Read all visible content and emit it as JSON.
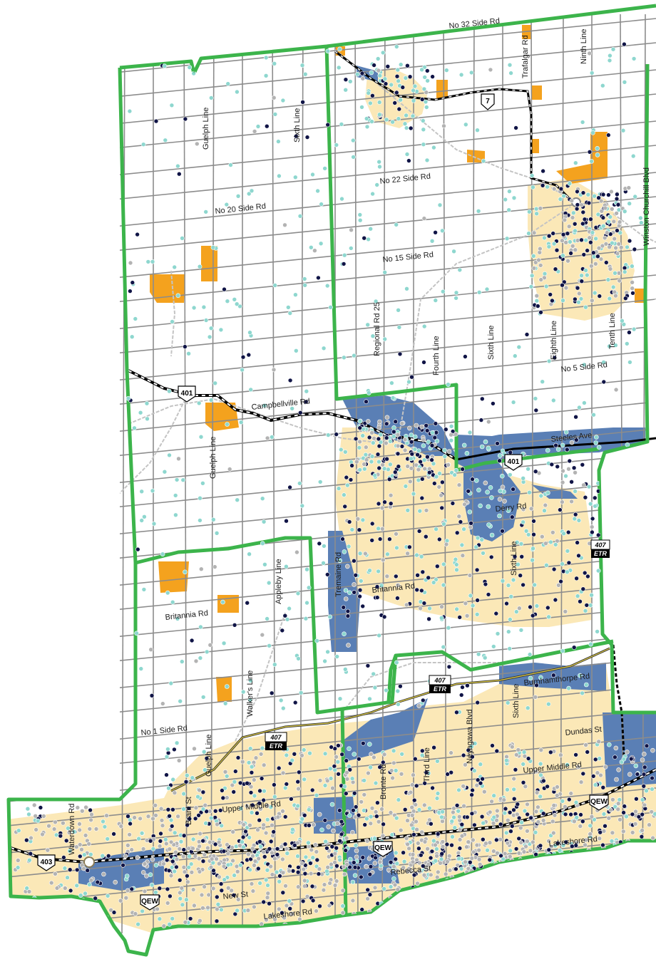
{
  "map": {
    "colors": {
      "boundary": "#3cb44b",
      "road": "#8c8c8c",
      "highway": "#000000",
      "urban": "#fbe8b7",
      "employment": "#5a7fb5",
      "hamlet": "#f4a21e",
      "rail": "#c4c4c4",
      "dot_dark": "#101446",
      "dot_teal": "#8ed7cf",
      "dot_grey": "#b3b3b3"
    },
    "road_labels": [
      {
        "id": "no32",
        "text": "No 32 Side Rd"
      },
      {
        "id": "trafalgar",
        "text": "Trafalgar Rd"
      },
      {
        "id": "ninth",
        "text": "Ninth Line"
      },
      {
        "id": "guelph-north",
        "text": "Guelph Line"
      },
      {
        "id": "sixth-north",
        "text": "Sixth Line"
      },
      {
        "id": "no22",
        "text": "No 22 Side Rd"
      },
      {
        "id": "winston",
        "text": "Winston Churchill Blvd"
      },
      {
        "id": "no20",
        "text": "No 20 Side Rd"
      },
      {
        "id": "no15",
        "text": "No 15 Side Rd"
      },
      {
        "id": "regional25",
        "text": "Regional Rd 25"
      },
      {
        "id": "fourth",
        "text": "Fourth Line"
      },
      {
        "id": "sixth-mid",
        "text": "Sixth Line"
      },
      {
        "id": "eighth",
        "text": "Eighth Line"
      },
      {
        "id": "tenth",
        "text": "Tenth Line"
      },
      {
        "id": "no5",
        "text": "No 5 Side Rd"
      },
      {
        "id": "campbellville",
        "text": "Campbellville Rd"
      },
      {
        "id": "steeles",
        "text": "Steeles Ave"
      },
      {
        "id": "guelph-mid",
        "text": "Guelph Line"
      },
      {
        "id": "derry",
        "text": "Derry Rd"
      },
      {
        "id": "tremaine",
        "text": "Tremaine Rd"
      },
      {
        "id": "sixth-milton",
        "text": "Sixth Line"
      },
      {
        "id": "appleby",
        "text": "Appleby Line"
      },
      {
        "id": "britannia-west",
        "text": "Britannia Rd"
      },
      {
        "id": "britannia-east",
        "text": "Britannia Rd"
      },
      {
        "id": "walkers",
        "text": "Walker's Line"
      },
      {
        "id": "burnhamthorpe",
        "text": "Burnhamthorpe Rd"
      },
      {
        "id": "neyagawa",
        "text": "Neyagawa Blvd"
      },
      {
        "id": "sixth-oak",
        "text": "Sixth Line"
      },
      {
        "id": "no1",
        "text": "No 1 Side Rd"
      },
      {
        "id": "guelph-south",
        "text": "Guelph Line"
      },
      {
        "id": "dundas",
        "text": "Dundas St"
      },
      {
        "id": "bronte",
        "text": "Bronte Rd"
      },
      {
        "id": "third",
        "text": "Third Line"
      },
      {
        "id": "upper-middle-east",
        "text": "Upper Middle Rd"
      },
      {
        "id": "brant",
        "text": "Brant St"
      },
      {
        "id": "upper-middle-west",
        "text": "Upper Middle Rd"
      },
      {
        "id": "waterdown",
        "text": "Waterdown Rd"
      },
      {
        "id": "rebecca",
        "text": "Rebecca St"
      },
      {
        "id": "lakeshore-east",
        "text": "Lakeshore Rd"
      },
      {
        "id": "new",
        "text": "New St"
      },
      {
        "id": "lakeshore-west",
        "text": "Lakeshore Rd"
      }
    ],
    "highway_shields": [
      {
        "id": "hwy7",
        "text": "7"
      },
      {
        "id": "hwy401-west",
        "text": "401"
      },
      {
        "id": "hwy401-east",
        "text": "401"
      },
      {
        "id": "hwy403",
        "text": "403"
      },
      {
        "id": "qew-west",
        "text": "QEW"
      },
      {
        "id": "qew-mid",
        "text": "QEW"
      },
      {
        "id": "qew-east",
        "text": "QEW"
      }
    ],
    "etr_shields": [
      {
        "id": "etr-east",
        "number": "407",
        "suffix": "ETR"
      },
      {
        "id": "etr-mid",
        "number": "407",
        "suffix": "ETR"
      },
      {
        "id": "etr-west",
        "number": "407",
        "suffix": "ETR"
      }
    ]
  }
}
